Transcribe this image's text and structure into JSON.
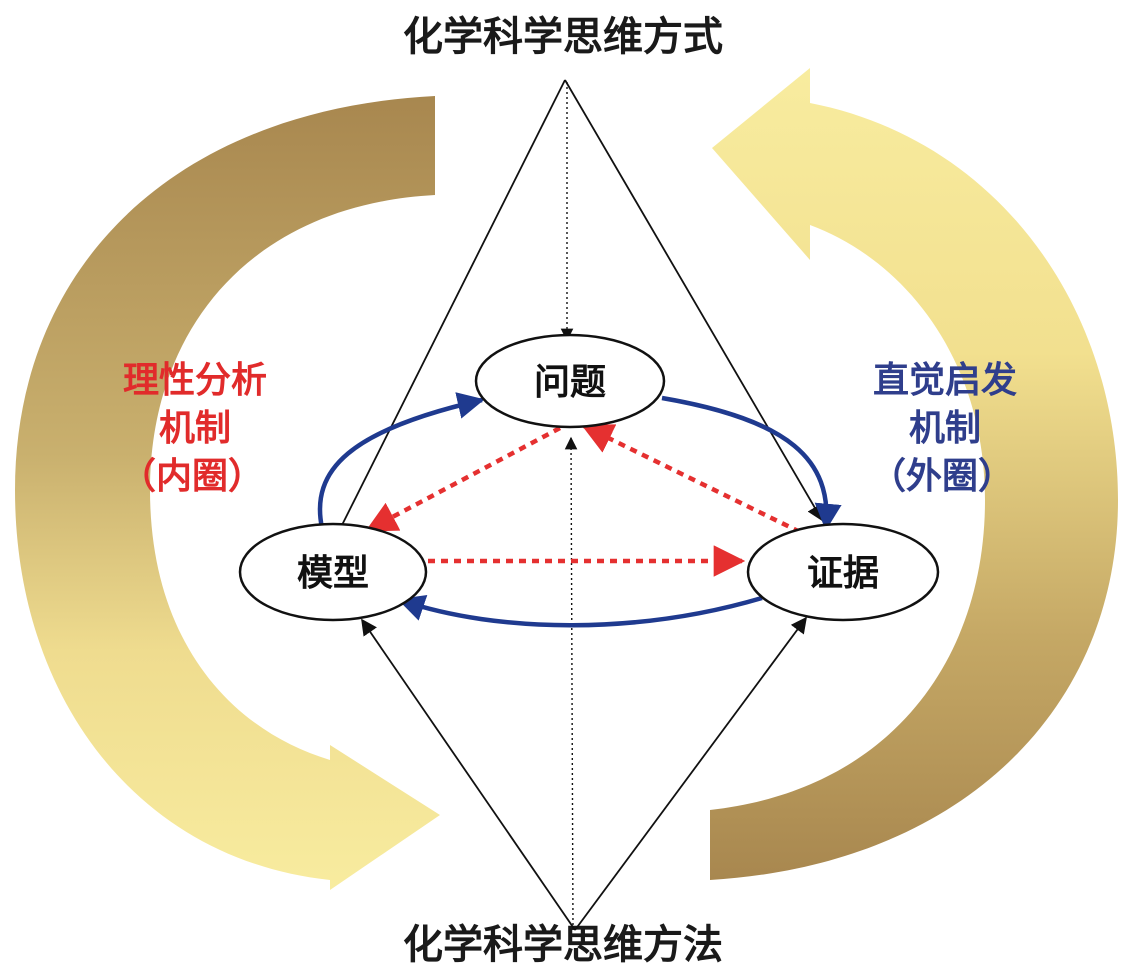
{
  "title_top": "化学科学思维方式",
  "title_bottom": "化学科学思维方法",
  "nodes": {
    "question": "问题",
    "model": "模型",
    "evidence": "证据"
  },
  "left_mechanism": {
    "line1": "理性分析",
    "line2": "机制",
    "line3": "（内圈）",
    "color": "#e12b2b"
  },
  "right_mechanism": {
    "line1": "直觉启发",
    "line2": "机制",
    "line3": "（外圈）",
    "color": "#2f3e8c"
  },
  "colors": {
    "gold_dark": "#a8874f",
    "gold_light": "#f6e79a",
    "blue_arrow": "#1f3a8f",
    "red_arrow": "#e53030",
    "black_line": "#111111"
  }
}
